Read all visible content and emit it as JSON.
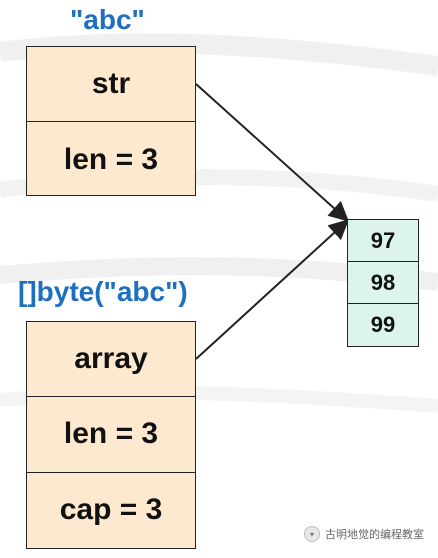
{
  "diagram": {
    "string_header": {
      "title": "\"abc\"",
      "fields": [
        {
          "label": "str"
        },
        {
          "label": "len = 3"
        }
      ]
    },
    "slice_header": {
      "title": "[]byte(\"abc\")",
      "fields": [
        {
          "label": "array"
        },
        {
          "label": "len = 3"
        },
        {
          "label": "cap = 3"
        }
      ]
    },
    "backing_array": {
      "values": [
        "97",
        "98",
        "99"
      ]
    }
  },
  "watermark": {
    "text": "古明地觉的编程教室"
  },
  "colors": {
    "title": "#1f6fbf",
    "header_fill": "#fde9cf",
    "array_fill": "#ddf3ee",
    "stroke": "#222222"
  }
}
